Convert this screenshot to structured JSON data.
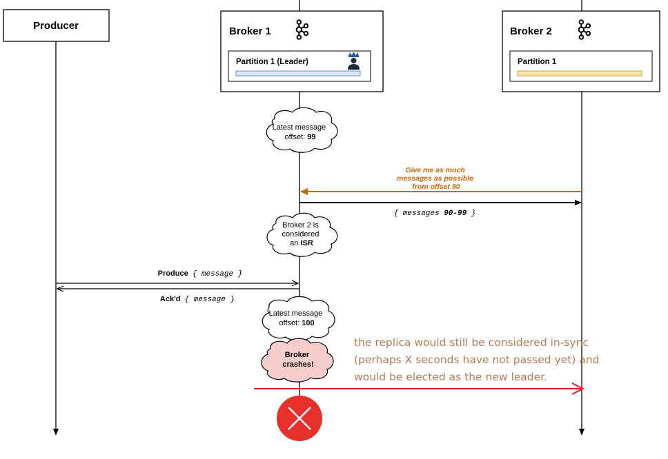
{
  "participants": {
    "producer": {
      "title": "Producer"
    },
    "broker1": {
      "title": "Broker 1",
      "partition_label": "Partition 1 (Leader)",
      "icon": "kafka-icon",
      "leader_icon": "crowned-leader-icon"
    },
    "broker2": {
      "title": "Broker 2",
      "partition_label": "Partition 1",
      "icon": "kafka-icon"
    }
  },
  "clouds": {
    "offset_99": {
      "line1": "Latest message",
      "line2_prefix": "offset: ",
      "line2_bold": "99"
    },
    "isr": {
      "line1": "Broker 2 is",
      "line2": "considered",
      "line3_prefix": "an ",
      "line3_bold": "ISR"
    },
    "offset_100": {
      "line1": "Latest message",
      "line2_prefix": "offset: ",
      "line2_bold": "100"
    },
    "crash": {
      "line1": "Broker",
      "line2": "crashes!"
    }
  },
  "messages": {
    "fetch_request": {
      "line1": "Give me as much",
      "line2": "messages as possible",
      "line3": "from offset 90"
    },
    "fetch_response": {
      "open": "{ messages ",
      "bold": "90-99",
      "close": " }"
    },
    "produce": {
      "label": "Produce",
      "payload": "{ message }"
    },
    "ack": {
      "label": "Ack'd",
      "payload": "{ message }"
    }
  },
  "annotation": {
    "line1": "the replica would still be considered in-sync",
    "line2": "(perhaps X seconds have not passed yet) and",
    "line3": "would be elected as the new leader."
  },
  "colors": {
    "line": "#000000",
    "fetch_request": "#cc6600",
    "annotation_text": "#b87a52",
    "red_arrow": "#e02020",
    "crash_cloud_fill": "#f8cecc",
    "crash_circle": "#e8302a",
    "leader_bar_fill": "#dae8fc",
    "leader_bar_stroke": "#6c8ebf",
    "follower_bar_fill": "#ffe6a8",
    "follower_bar_stroke": "#d6a33a"
  }
}
